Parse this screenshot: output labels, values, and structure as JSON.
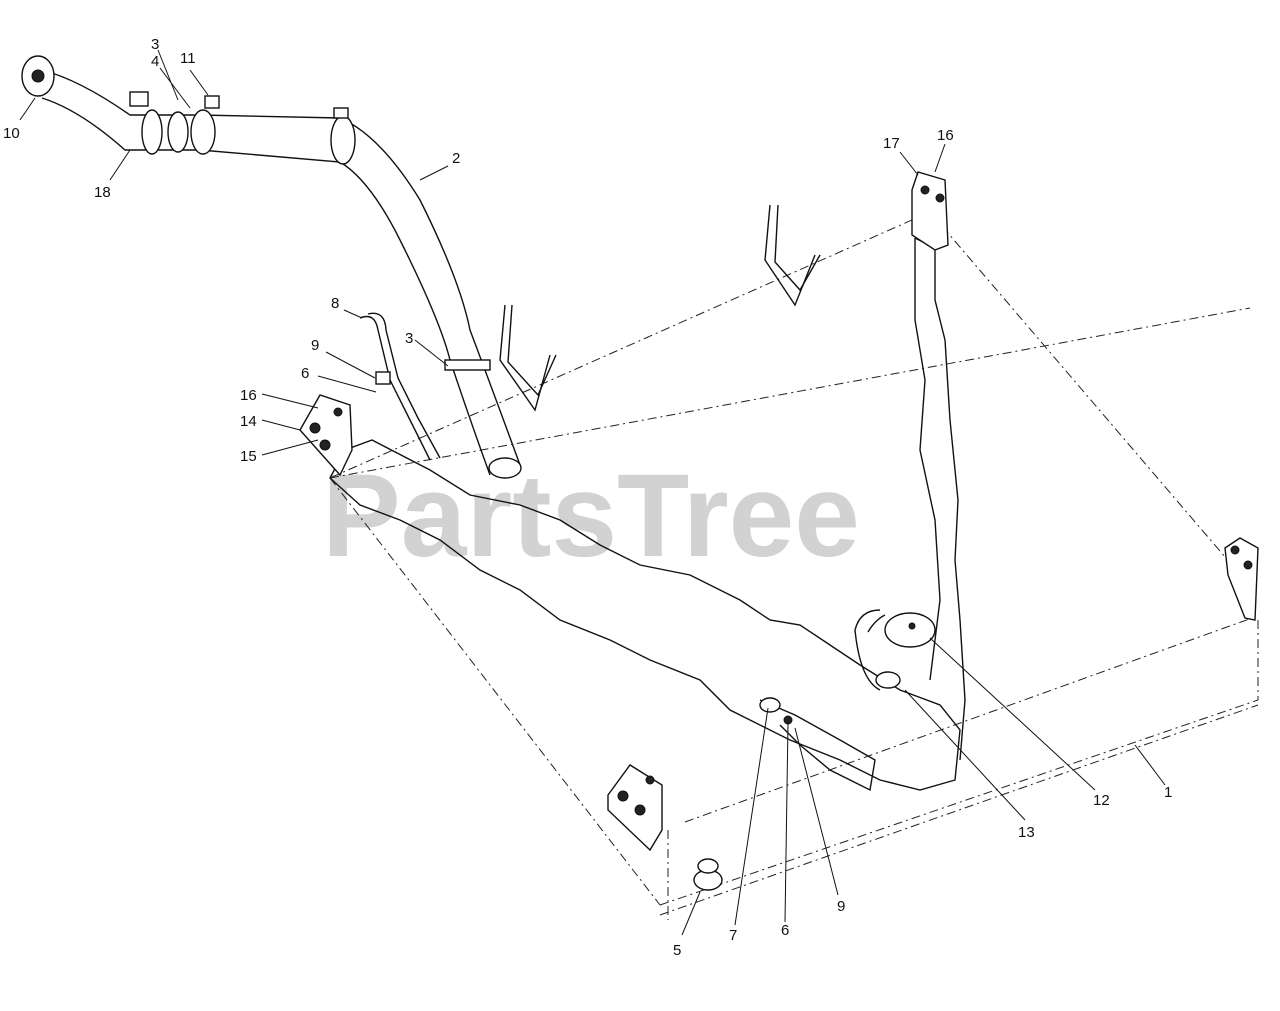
{
  "watermark": "PartsTree",
  "callouts": [
    "1",
    "2",
    "3",
    "4",
    "5",
    "6",
    "7",
    "8",
    "9",
    "10",
    "11",
    "12",
    "13",
    "14",
    "15",
    "16",
    "17",
    "18"
  ],
  "labels": {
    "l10": "10",
    "l3a": "3",
    "l4": "4",
    "l11": "11",
    "l18": "18",
    "l2": "2",
    "l17": "17",
    "l16a": "16",
    "l8": "8",
    "l9a": "9",
    "l3b": "3",
    "l6a": "6",
    "l16b": "16",
    "l14": "14",
    "l15": "15",
    "l12": "12",
    "l1": "1",
    "l13": "13",
    "l9b": "9",
    "l7": "7",
    "l6b": "6",
    "l5": "5"
  }
}
